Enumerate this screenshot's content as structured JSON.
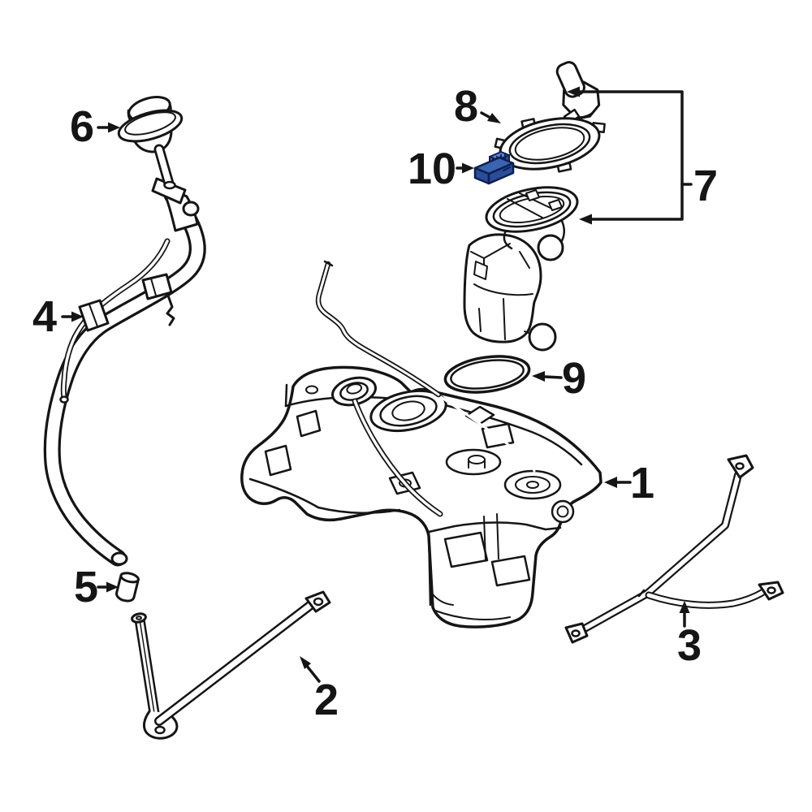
{
  "diagram": {
    "type": "exploded-parts-diagram",
    "callouts": [
      {
        "label": "1"
      },
      {
        "label": "2"
      },
      {
        "label": "3"
      },
      {
        "label": "4"
      },
      {
        "label": "5"
      },
      {
        "label": "6"
      },
      {
        "label": "7"
      },
      {
        "label": "8"
      },
      {
        "label": "9"
      },
      {
        "label": "10"
      }
    ],
    "colors": {
      "background": "#ffffff",
      "line": "#151515",
      "highlight_top": "#5b82cc",
      "highlight_mid": "#3a64b0",
      "highlight_side": "#2a4d99",
      "highlight_outline": "#0e1e52"
    }
  }
}
